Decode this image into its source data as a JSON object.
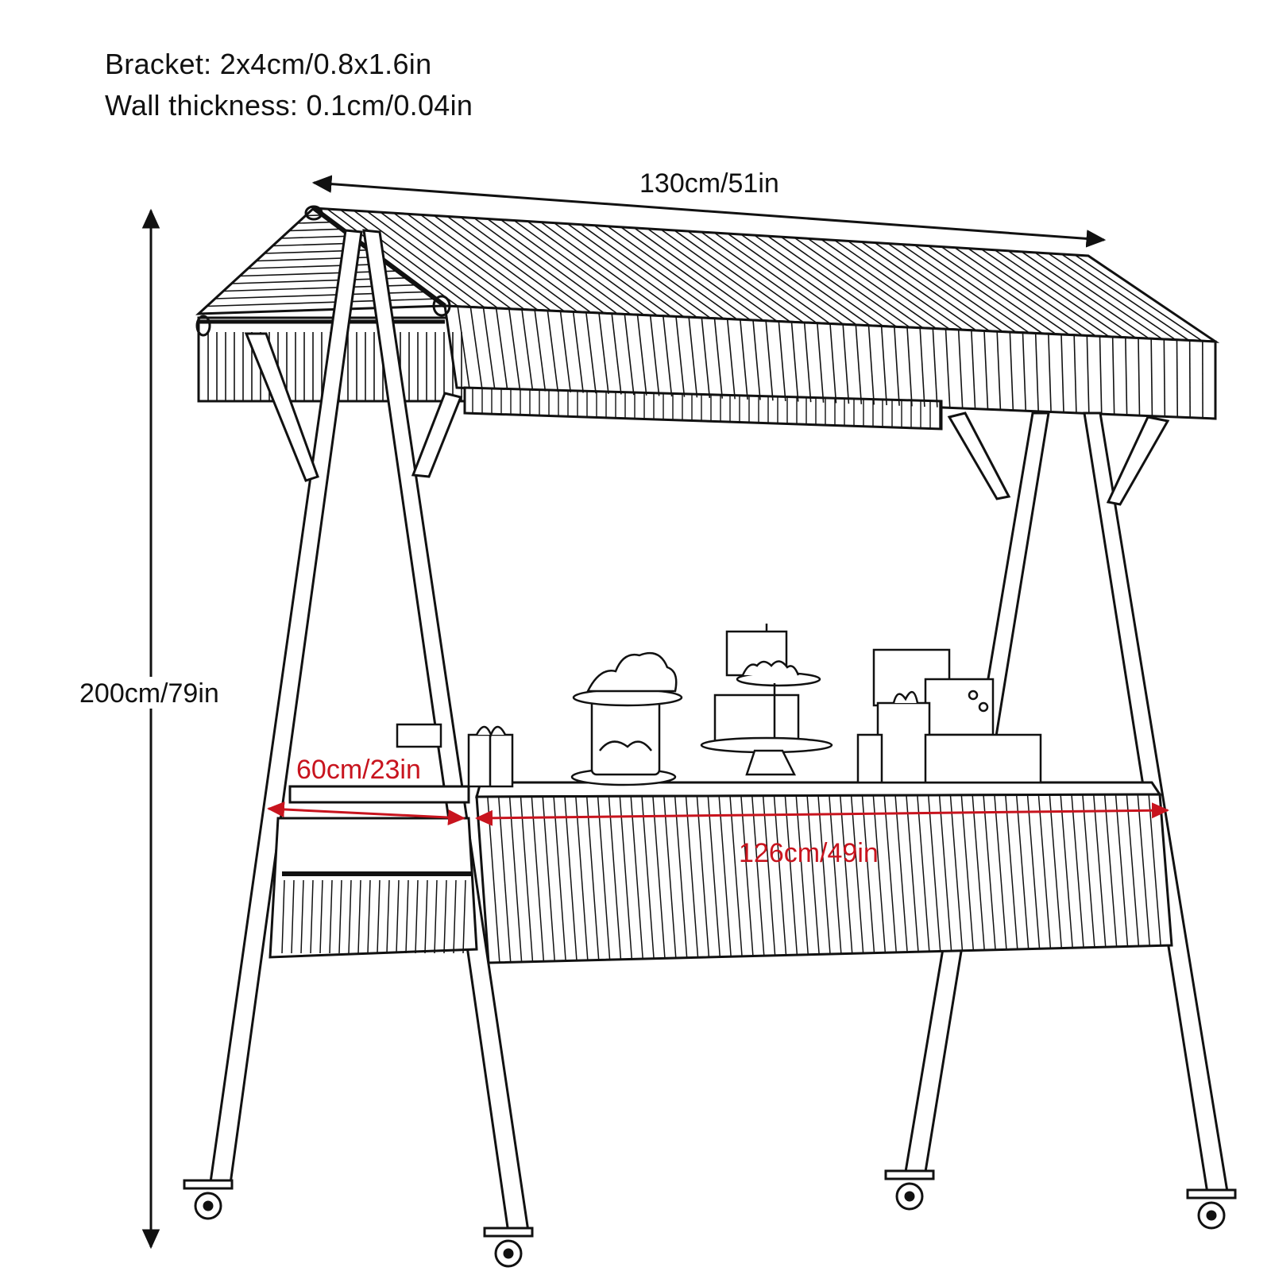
{
  "specs": {
    "bracket": "Bracket: 2x4cm/0.8x1.6in",
    "wall_thickness": "Wall thickness: 0.1cm/0.04in"
  },
  "dimensions": {
    "width_top": "130cm/51in",
    "height": "200cm/79in",
    "depth_side": "60cm/23in",
    "table_width": "126cm/49in"
  },
  "colors": {
    "ink": "#111111",
    "accent_red": "#c8141e",
    "background": "#ffffff"
  },
  "icons": {
    "caster": "caster-wheel-icon",
    "arrow": "double-arrow-icon"
  }
}
